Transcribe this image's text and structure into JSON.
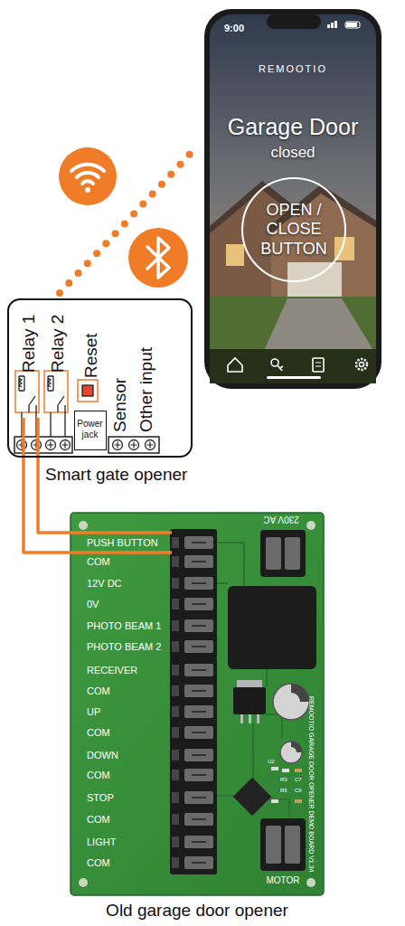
{
  "diagram": {
    "nodes": [
      {
        "text": [
          "9:00",
          "REMOOTIO",
          "Garage Door",
          "closed"
        ]
      },
      {
        "text": [
          "OPEN / CLOSE BUTTON"
        ],
        "in": 0
      },
      {
        "text": [
          "Smart gate opener"
        ]
      },
      {
        "text": [
          "Relay 1"
        ],
        "in": 2
      },
      {
        "text": [
          "Relay 2"
        ],
        "in": 2
      },
      {
        "text": [
          "Reset"
        ],
        "in": 2
      },
      {
        "text": [
          "Power jack"
        ],
        "in": 2
      },
      {
        "text": [
          "Old garage door opener"
        ]
      }
    ],
    "edges": [
      {
        "from": 3,
        "to": 7,
        "arrow": "none"
      },
      {
        "from": 3,
        "to": 7,
        "arrow": "none"
      },
      {
        "from": 2,
        "to": 0,
        "arrow": "none"
      }
    ],
    "labels": [
      "Sensor",
      "Other input",
      "PUSH BUTTON",
      "COM",
      "12V DC",
      "0V",
      "PHOTO BEAM 1",
      "PHOTO BEAM 2",
      "RECEIVER",
      "COM",
      "UP",
      "COM",
      "DOWN",
      "COM",
      "STOP",
      "COM",
      "LIGHT",
      "COM",
      "230V AC",
      "MOTOR",
      "REMOOTIO GARAGE DOOR OPENER DEMO BOARD V1.34",
      "U2",
      "R3",
      "R5",
      "C7",
      "C6"
    ]
  }
}
